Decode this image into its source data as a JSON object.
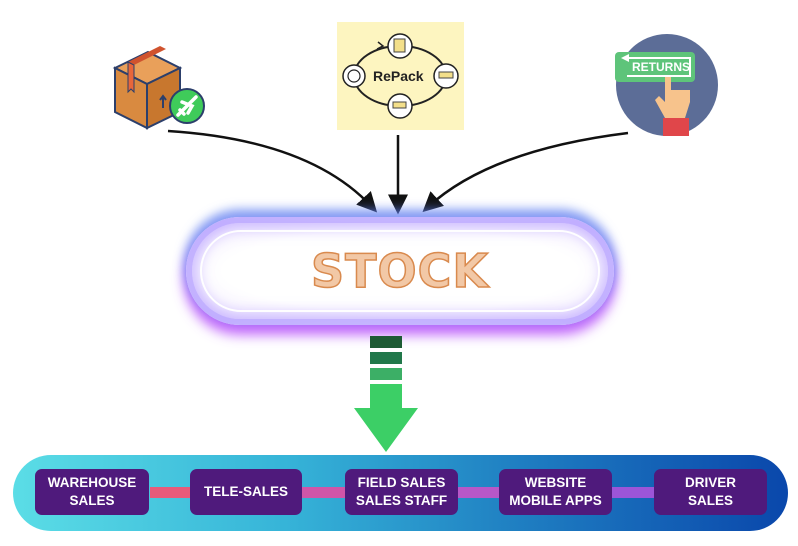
{
  "diagram": {
    "sources": [
      {
        "name": "International shipment",
        "icon": "package-airplane-icon"
      },
      {
        "name": "RePacks",
        "label": "RePack",
        "icon": "repack-cycle-icon"
      },
      {
        "name": "Returns",
        "label": "RETURNS",
        "icon": "returns-sign-icon"
      }
    ],
    "hub": {
      "label": "STOCK"
    },
    "channels": [
      {
        "line1": "WAREHOUSE",
        "line2": "SALES"
      },
      {
        "line1": "TELE-SALES",
        "line2": ""
      },
      {
        "line1": "FIELD SALES",
        "line2": "SALES STAFF"
      },
      {
        "line1": "WEBSITE",
        "line2": "MOBILE APPS"
      },
      {
        "line1": "DRIVER",
        "line2": "SALES"
      }
    ],
    "colors": {
      "channel_box": "#4f1a7c",
      "arrow_green": "#3ccf66",
      "stock_text": "#f2c8a6",
      "connector_1": "#e85a7a",
      "connector_2": "#d055a8",
      "connector_3": "#b857c8",
      "connector_4": "#9c55d8"
    }
  }
}
